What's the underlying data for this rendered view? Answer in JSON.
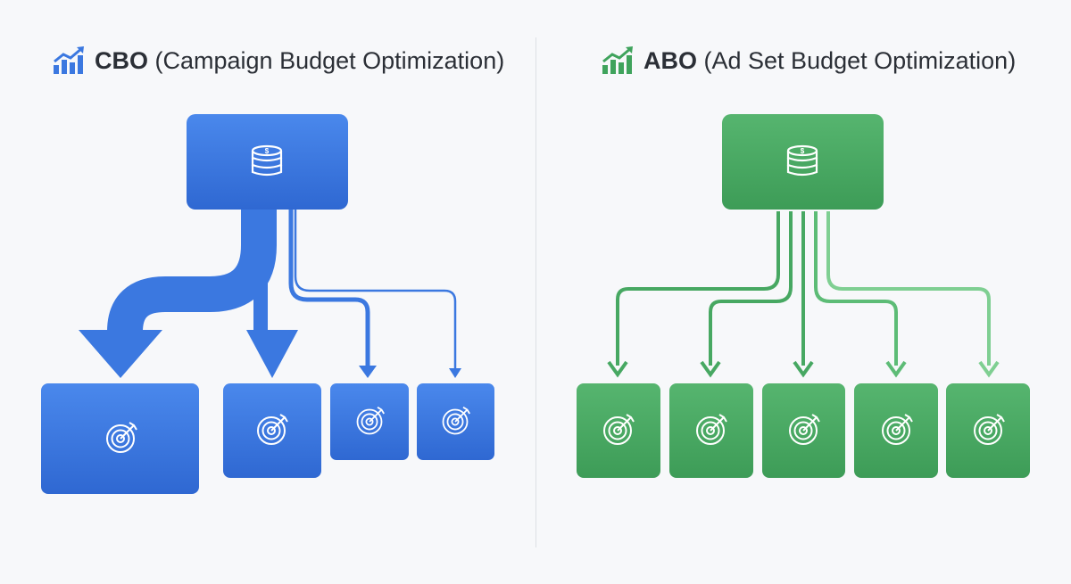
{
  "cbo": {
    "abbr": "CBO",
    "title": "(Campaign Budget Optimization)",
    "color": "#3b78e0",
    "icon": "chart-trend-icon",
    "budget_icon": "coin-stack-icon",
    "adset_icon": "target-icon"
  },
  "abo": {
    "abbr": "ABO",
    "title": "(Ad Set Budget Optimization)",
    "color": "#3fa35c",
    "icon": "chart-trend-icon",
    "budget_icon": "coin-stack-icon",
    "adset_icon": "target-icon"
  }
}
